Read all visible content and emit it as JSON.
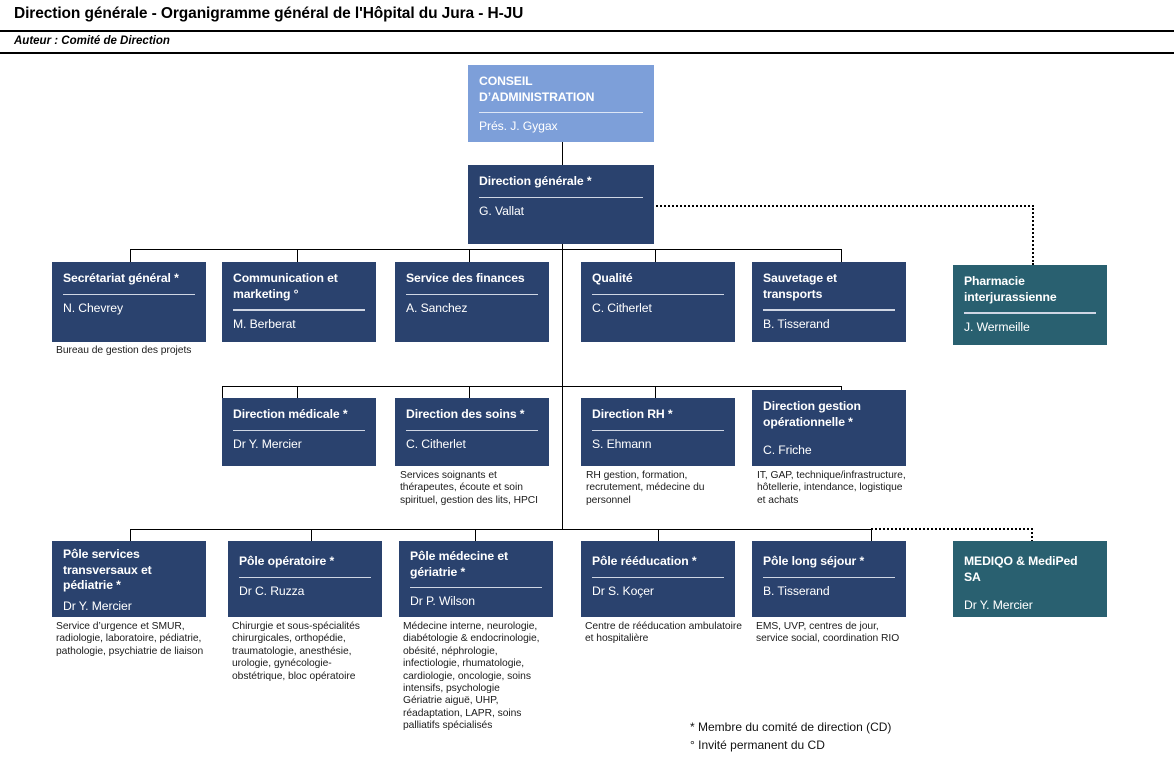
{
  "header": {
    "title": "Direction générale - Organigramme général de l'Hôpital du Jura - H-JU",
    "author": "Auteur : Comité de Direction"
  },
  "nodes": {
    "conseil": {
      "title": "CONSEIL D’ADMINISTRATION",
      "name": "Prés. J. Gygax",
      "sub": ""
    },
    "direction": {
      "title": "Direction générale *",
      "name": "G.  Vallat",
      "sub": ""
    },
    "secretariat": {
      "title": "Secrétariat général *",
      "name": "N. Chevrey",
      "sub": "Bureau de gestion des projets"
    },
    "communication": {
      "title": "Communication et marketing °",
      "name": "M. Berberat",
      "sub": ""
    },
    "finances": {
      "title": "Service des finances",
      "name": "A. Sanchez",
      "sub": ""
    },
    "qualite": {
      "title": "Qualité",
      "name": "C. Citherlet",
      "sub": ""
    },
    "sauvetage": {
      "title": "Sauvetage et transports",
      "name": "B. Tisserand",
      "sub": ""
    },
    "pharmacie": {
      "title": "Pharmacie interjurassienne",
      "name": "J. Wermeille",
      "sub": ""
    },
    "dirmedicale": {
      "title": "Direction médicale *",
      "name": "Dr Y. Mercier",
      "sub": ""
    },
    "dirsoins": {
      "title": "Direction des soins *",
      "name": "C. Citherlet",
      "sub": "Services soignants et thérapeutes, écoute et soin spirituel, gestion des lits, HPCI"
    },
    "dirrh": {
      "title": "Direction RH *",
      "name": "S. Ehmann",
      "sub": "RH gestion, formation, recrutement, médecine du personnel"
    },
    "dirgestion": {
      "title": "Direction gestion opérationnelle *",
      "name": "C. Friche",
      "sub": "IT, GAP, technique/infrastructure, hôtellerie, intendance, logistique et achats"
    },
    "poletrans": {
      "title": "Pôle services transversaux et pédiatrie *",
      "name": "Dr Y. Mercier",
      "sub": "Service d’urgence et SMUR, radiologie, laboratoire, pédiatrie, pathologie, psychiatrie de liaison"
    },
    "poleopera": {
      "title": "Pôle opératoire *",
      "name": "Dr C. Ruzza",
      "sub": "Chirurgie et sous-spécialités chirurgicales, orthopédie, traumatologie, anesthésie, urologie, gynécologie-obstétrique, bloc opératoire"
    },
    "polemedecine": {
      "title": "Pôle médecine et gériatrie *",
      "name": "Dr P. Wilson",
      "sub": "Médecine interne, neurologie, diabétologie & endocrinologie, obésité, néphrologie, infectiologie, rhumatologie, cardiologie, oncologie, soins intensifs, psychologie\nGériatrie aiguë, UHP, réadaptation, LAPR, soins palliatifs spécialisés"
    },
    "poleredu": {
      "title": "Pôle rééducation *",
      "name": "Dr S. Koçer",
      "sub": "Centre de rééducation ambulatoire et hospitalière"
    },
    "polelong": {
      "title": "Pôle long séjour *",
      "name": "B. Tisserand",
      "sub": "EMS, UVP, centres de jour, service social, coordination RIO"
    },
    "mediqo": {
      "title": "MEDIQO & MediPed SA",
      "name": "Dr Y. Mercier",
      "sub": ""
    }
  },
  "legend": {
    "line1": "* Membre du comité de direction (CD)",
    "line2": "° Invité permanent du CD"
  },
  "colors": {
    "navy": "#2a426e",
    "teal": "#296070",
    "light_blue": "#7d9fd9",
    "divider": "#cfd6e4"
  }
}
